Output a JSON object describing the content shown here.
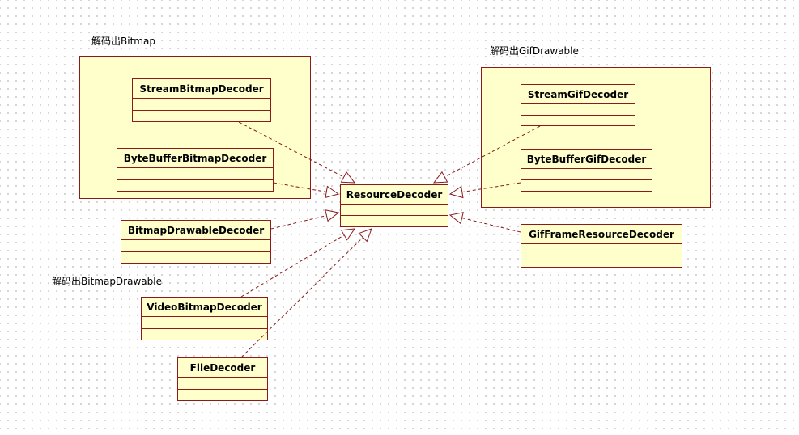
{
  "packages": {
    "bitmap": {
      "label": "解码出Bitmap"
    },
    "gif": {
      "label": "解码出GifDrawable"
    },
    "bitmap_drawable": {
      "label": "解码出BitmapDrawable"
    }
  },
  "classes": {
    "resource_decoder": "ResourceDecoder",
    "stream_bitmap_decoder": "StreamBitmapDecoder",
    "byte_buffer_bitmap_decoder": "ByteBufferBitmapDecoder",
    "bitmap_drawable_decoder": "BitmapDrawableDecoder",
    "video_bitmap_decoder": "VideoBitmapDecoder",
    "file_decoder": "FileDecoder",
    "stream_gif_decoder": "StreamGifDecoder",
    "byte_buffer_gif_decoder": "ByteBufferGifDecoder",
    "gif_frame_resource_decoder": "GifFrameResourceDecoder"
  },
  "relationship": {
    "type": "realization",
    "line_color": "#8b1a1a",
    "fill_color": "#ffffcc"
  }
}
